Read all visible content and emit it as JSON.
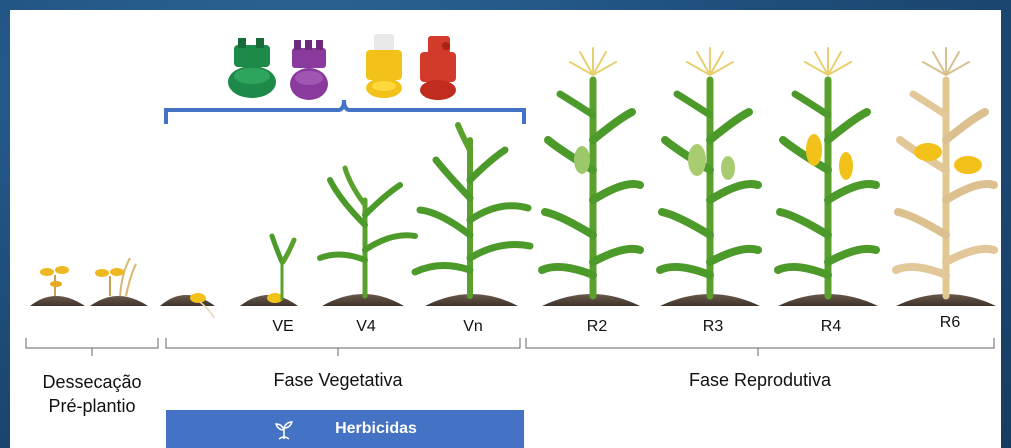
{
  "stages": {
    "ve": "VE",
    "v4": "V4",
    "vn": "Vn",
    "r2": "R2",
    "r3": "R3",
    "r4": "R4",
    "r6": "R6"
  },
  "phases": {
    "dessecacao_line1": "Dessecação",
    "dessecacao_line2": "Pré-plantio",
    "vegetativa": "Fase Vegetativa",
    "reprodutiva": "Fase Reprodutiva"
  },
  "herbicide_bar": {
    "label": "Herbicidas",
    "icon": "plant-sprout-icon",
    "color": "#4472c4"
  },
  "nozzles": [
    {
      "name": "green-nozzle-icon",
      "color": "#1e8a4a"
    },
    {
      "name": "purple-nozzle-icon",
      "color": "#8a3a9c"
    },
    {
      "name": "yellow-nozzle-icon",
      "color": "#f2c21a"
    },
    {
      "name": "red-nozzle-icon",
      "color": "#d23a2a"
    }
  ],
  "colors": {
    "background": "#1f4f7c",
    "leaf": "#4c9a2a",
    "soil": "#5a4a3e",
    "bracket": "#4472c4"
  }
}
